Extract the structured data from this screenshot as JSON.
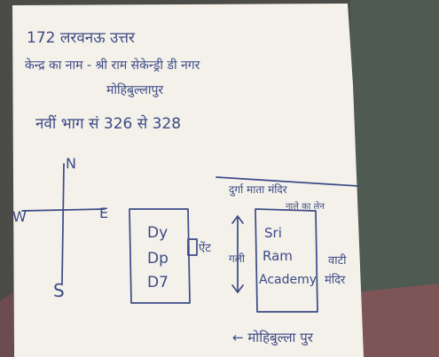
{
  "note": {
    "lines": [
      "172 लरवनऊ उत्तर",
      "केन्द्र का नाम - श्री राम सेकेन्ड्री डी नगर",
      "मोहिबुल्लापुर",
      "नवीं भाग सं 326 से 328"
    ]
  },
  "compass": {
    "north": "N",
    "south": "S",
    "east": "E",
    "west": "W"
  },
  "left_room": {
    "labels": [
      "Dy",
      "Dp",
      "D7"
    ],
    "door_label": "ऐंट"
  },
  "right_room": {
    "top_label": "दुर्गा माता मंदिर",
    "top_sub": "नाले का लेन",
    "left_label": "गली",
    "inside": [
      "Sri",
      "Ram",
      "Academy"
    ],
    "right_label": [
      "वाटी",
      "मंदिर"
    ],
    "bottom_label": "← मोहिबुल्ला पुर"
  },
  "colors": {
    "ink": "#3d4a86",
    "paper": "#f3f1ea",
    "background": "#4a4a46",
    "carpet": "#8a5a5c"
  }
}
